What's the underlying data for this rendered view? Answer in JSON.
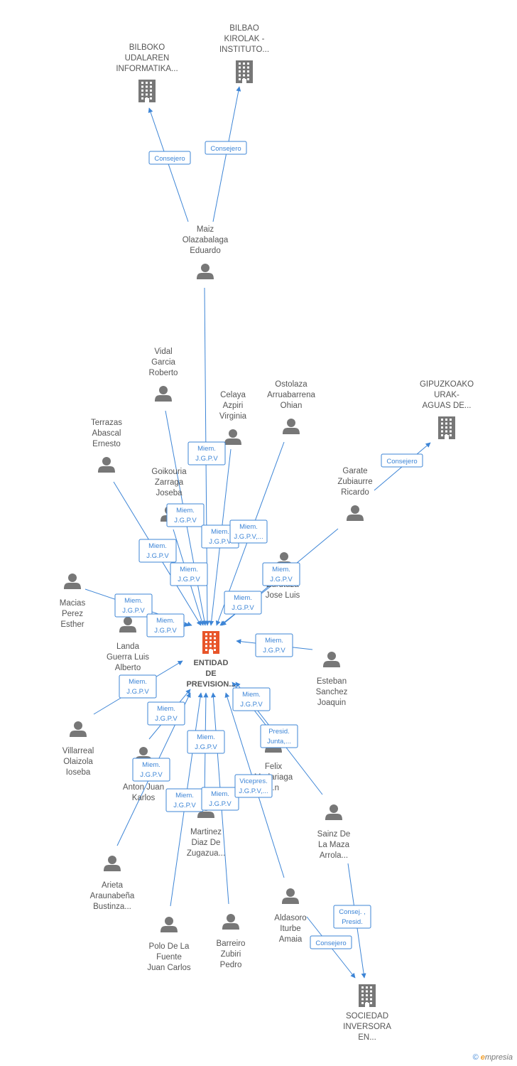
{
  "colors": {
    "edge": "#3d85d6",
    "node": "#777777",
    "center": "#e8552a",
    "label": "#555555"
  },
  "nodes": [
    {
      "id": "bilboko",
      "kind": "company",
      "label": [
        "BILBOKO",
        "UDALAREN",
        "INFORMATIKA..."
      ],
      "icon": "building-icon"
    },
    {
      "id": "bilbao",
      "kind": "company",
      "label": [
        "BILBAO",
        "KIROLAK -",
        "INSTITUTO..."
      ],
      "icon": "building-icon"
    },
    {
      "id": "maiz",
      "kind": "person",
      "label": [
        "Maiz",
        "Olazabalaga",
        "Eduardo"
      ],
      "icon": "person-icon"
    },
    {
      "id": "vidal",
      "kind": "person",
      "label": [
        "Vidal",
        "Garcia",
        "Roberto"
      ],
      "icon": "person-icon"
    },
    {
      "id": "celaya",
      "kind": "person",
      "label": [
        "Celaya",
        "Azpiri",
        "Virginia"
      ],
      "icon": "person-icon"
    },
    {
      "id": "ostolaza",
      "kind": "person",
      "label": [
        "Ostolaza",
        "Arruabarrena",
        "Ohian"
      ],
      "icon": "person-icon"
    },
    {
      "id": "gipuzkoako",
      "kind": "company",
      "label": [
        "GIPUZKOAKO",
        "URAK-",
        "AGUAS DE..."
      ],
      "icon": "building-icon"
    },
    {
      "id": "terrazas",
      "kind": "person",
      "label": [
        "Terrazas",
        "Abascal",
        "Ernesto"
      ],
      "icon": "person-icon"
    },
    {
      "id": "goikouria",
      "kind": "person",
      "label": [
        "Goikouria",
        "Zarraga",
        "Joseba"
      ],
      "icon": "person-icon"
    },
    {
      "id": "garate",
      "kind": "person",
      "label": [
        "Garate",
        "Zubiaurre",
        "Ricardo"
      ],
      "icon": "person-icon"
    },
    {
      "id": "zurutuza",
      "kind": "person",
      "label": [
        "Zurutuza",
        "Jose Luis"
      ],
      "icon": "person-icon"
    },
    {
      "id": "macias",
      "kind": "person",
      "label": [
        "Macias",
        "Perez",
        "Esther"
      ],
      "icon": "person-icon"
    },
    {
      "id": "landa",
      "kind": "person",
      "label": [
        "Landa",
        "Guerra Luis",
        "Alberto"
      ],
      "icon": "person-icon"
    },
    {
      "id": "entidad",
      "kind": "center",
      "label": [
        "ENTIDAD",
        "DE",
        "PREVISION..."
      ],
      "icon": "building-icon"
    },
    {
      "id": "esteban",
      "kind": "person",
      "label": [
        "Esteban",
        "Sanchez",
        "Joaquin"
      ],
      "icon": "person-icon"
    },
    {
      "id": "villarreal",
      "kind": "person",
      "label": [
        "Villarreal",
        "Olaizola",
        "Ioseba"
      ],
      "icon": "person-icon"
    },
    {
      "id": "anton",
      "kind": "person",
      "label": [
        "M...",
        "Anton Juan",
        "Karlos"
      ],
      "icon": "person-icon"
    },
    {
      "id": "felix",
      "kind": "person",
      "label": [
        "Felix",
        "Madariaga",
        "...n"
      ],
      "icon": "person-icon"
    },
    {
      "id": "martinez",
      "kind": "person",
      "label": [
        "Martinez",
        "Diaz De",
        "Zugazua..."
      ],
      "icon": "person-icon"
    },
    {
      "id": "sainz",
      "kind": "person",
      "label": [
        "Sainz De",
        "La Maza",
        "Arrola..."
      ],
      "icon": "person-icon"
    },
    {
      "id": "arieta",
      "kind": "person",
      "label": [
        "Arieta",
        "Araunabeña",
        "Bustinza..."
      ],
      "icon": "person-icon"
    },
    {
      "id": "aldasoro",
      "kind": "person",
      "label": [
        "Aldasoro",
        "Iturbe",
        "Amaia"
      ],
      "icon": "person-icon"
    },
    {
      "id": "polo",
      "kind": "person",
      "label": [
        "Polo De La",
        "Fuente",
        "Juan Carlos"
      ],
      "icon": "person-icon"
    },
    {
      "id": "barreiro",
      "kind": "person",
      "label": [
        "Barreiro",
        "Zubiri",
        "Pedro"
      ],
      "icon": "person-icon"
    },
    {
      "id": "sociedad",
      "kind": "company",
      "label": [
        "SOCIEDAD",
        "INVERSORA",
        "EN..."
      ],
      "icon": "building-icon"
    }
  ],
  "edges": [
    {
      "from": "maiz",
      "to": "bilboko",
      "label": [
        "Consejero"
      ]
    },
    {
      "from": "maiz",
      "to": "bilbao",
      "label": [
        "Consejero"
      ]
    },
    {
      "from": "maiz",
      "to": "entidad",
      "label": [
        "Miem.",
        "J.G.P.V"
      ]
    },
    {
      "from": "garate",
      "to": "gipuzkoako",
      "label": [
        "Consejero"
      ]
    },
    {
      "from": "vidal",
      "to": "entidad",
      "label": [
        "Miem.",
        "J.G.P.V"
      ]
    },
    {
      "from": "celaya",
      "to": "entidad",
      "label": [
        "Miem.",
        "J.G.P.V"
      ]
    },
    {
      "from": "ostolaza",
      "to": "entidad",
      "label": [
        "Miem.",
        "J.G.P.V,..."
      ]
    },
    {
      "from": "terrazas",
      "to": "entidad",
      "label": [
        "Miem.",
        "J.G.P.V"
      ]
    },
    {
      "from": "goikouria",
      "to": "entidad",
      "label": [
        "Miem.",
        "J.G.P.V"
      ]
    },
    {
      "from": "garate",
      "to": "entidad",
      "label": [
        "Miem.",
        "J.G.P.V"
      ]
    },
    {
      "from": "zurutuza",
      "to": "entidad",
      "label": [
        "Miem.",
        "J.G.P.V"
      ]
    },
    {
      "from": "macias",
      "to": "entidad",
      "label": [
        "Miem.",
        "J.G.P.V"
      ]
    },
    {
      "from": "landa",
      "to": "entidad",
      "label": [
        "Miem.",
        "J.G.P.V"
      ]
    },
    {
      "from": "esteban",
      "to": "entidad",
      "label": [
        "Miem.",
        "J.G.P.V"
      ]
    },
    {
      "from": "villarreal",
      "to": "entidad",
      "label": [
        "Miem.",
        "J.G.P.V"
      ]
    },
    {
      "from": "anton",
      "to": "entidad",
      "label": [
        "Miem.",
        "J.G.P.V"
      ]
    },
    {
      "from": "arieta",
      "to": "entidad",
      "label": [
        "Miem.",
        "J.G.P.V"
      ]
    },
    {
      "from": "felix",
      "to": "entidad",
      "label": [
        "Miem.",
        "J.G.P.V"
      ]
    },
    {
      "from": "sainz",
      "to": "entidad",
      "label": [
        "Presid.",
        "Junta,..."
      ]
    },
    {
      "from": "martinez",
      "to": "entidad",
      "label": [
        "Miem.",
        "J.G.P.V"
      ]
    },
    {
      "from": "polo",
      "to": "entidad",
      "label": [
        "Miem.",
        "J.G.P.V"
      ]
    },
    {
      "from": "barreiro",
      "to": "entidad",
      "label": [
        "Miem.",
        "J.G.P.V"
      ]
    },
    {
      "from": "aldasoro",
      "to": "entidad",
      "label": [
        "Vicepres.",
        "J.G.P.V,..."
      ]
    },
    {
      "from": "sainz",
      "to": "sociedad",
      "label": [
        "Consej. ,",
        "Presid."
      ]
    },
    {
      "from": "aldasoro",
      "to": "sociedad",
      "label": [
        "Consejero"
      ]
    }
  ],
  "footer": {
    "copyright_symbol": "©",
    "brand_initial": "e",
    "brand_rest": "mpresia"
  }
}
